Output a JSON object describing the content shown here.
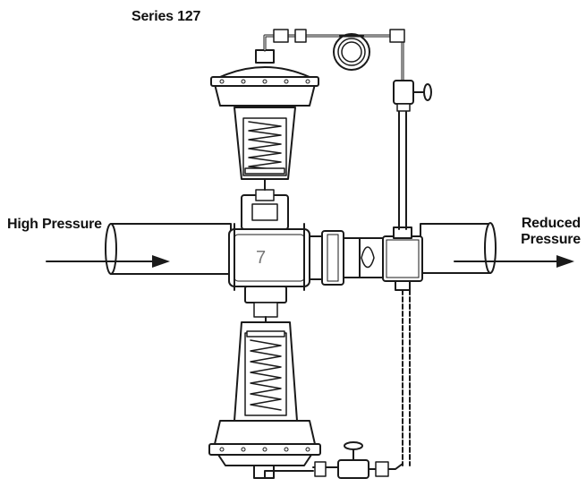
{
  "title": "Series 127",
  "labels": {
    "inlet": "High Pressure",
    "outlet_line1": "Reduced",
    "outlet_line2": "Pressure"
  },
  "body_marking": "7",
  "colors": {
    "ink": "#1a1a1a",
    "background": "#ffffff"
  }
}
